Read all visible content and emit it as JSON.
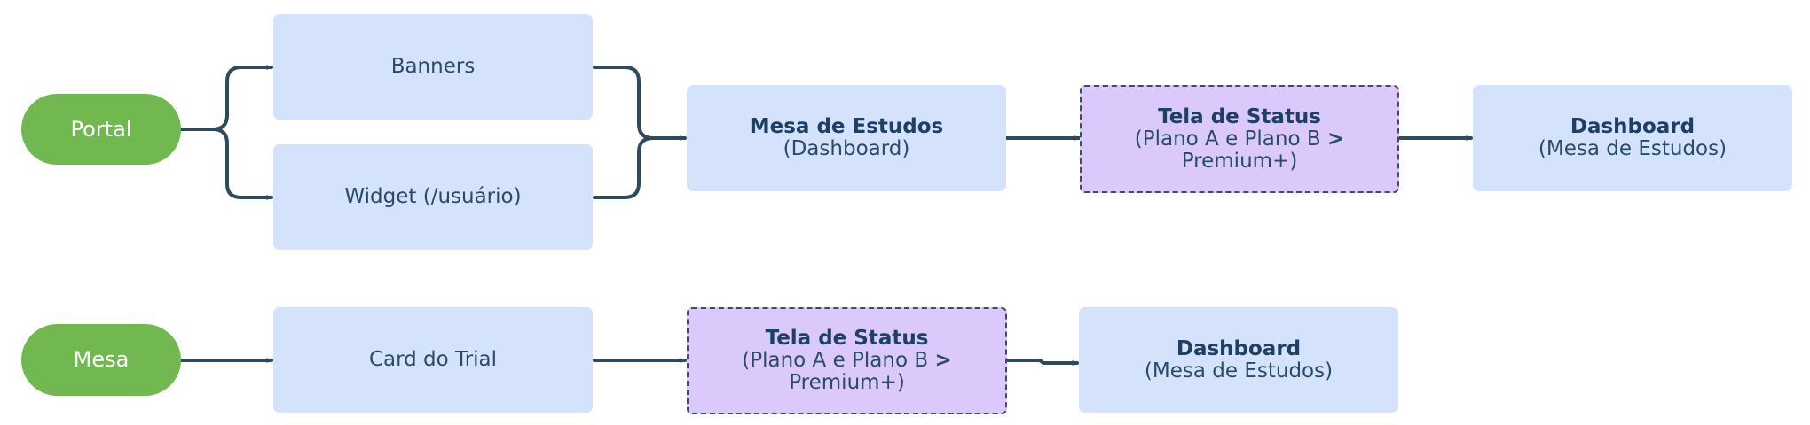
{
  "nodes": {
    "portal": "Portal",
    "banners": "Banners",
    "widget": "Widget (/usuário)",
    "mesa_estudos": {
      "title": "Mesa de Estudos",
      "sub": "(Dashboard)"
    },
    "status_top": {
      "title": "Tela de Status",
      "sub_pre": "(Plano A e Plano B",
      "sub_arrow": ">",
      "sub_post": "Premium+)"
    },
    "dashboard_top": {
      "title": "Dashboard",
      "sub": "(Mesa de Estudos)"
    },
    "mesa": "Mesa",
    "card_trial": "Card do Trial",
    "status_bottom": {
      "title": "Tela de Status",
      "sub_pre": "(Plano A e Plano B",
      "sub_arrow": ">",
      "sub_post": "Premium+)"
    },
    "dashboard_bottom": {
      "title": "Dashboard",
      "sub": "(Mesa de Estudos)"
    }
  },
  "colors": {
    "start_node": "#71b851",
    "process_node": "#d4e3fb",
    "status_node": "#dbc9fb",
    "connector": "#2f4a5c"
  }
}
